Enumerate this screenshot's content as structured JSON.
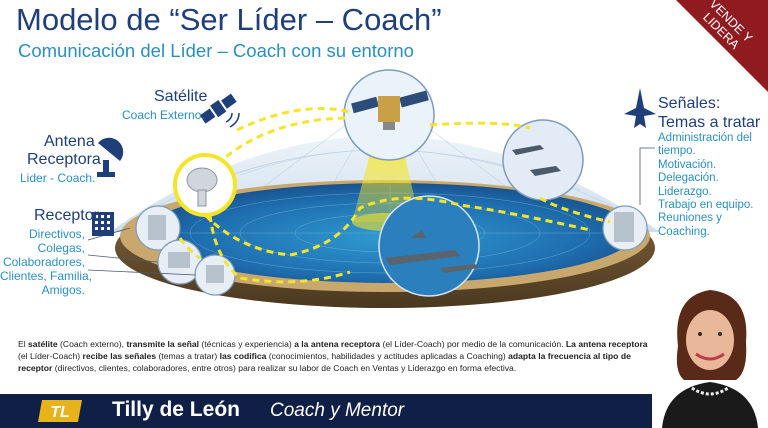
{
  "header": {
    "title": "Modelo de “Ser Líder – Coach”",
    "subtitle": "Comunicación del Líder – Coach con su entorno"
  },
  "corner_badge": {
    "line1": "VENDE Y",
    "line2": "LIDERA",
    "color": "#8f1b20"
  },
  "satelite": {
    "title": "Satélite",
    "subtitle": "Coach Externo."
  },
  "antena": {
    "title_line1": "Antena",
    "title_line2": "Receptora",
    "subtitle": "Lider - Coach."
  },
  "receptor": {
    "title": "Receptor",
    "items": [
      "Directivos,",
      "Colegas,",
      "Colaboradores,",
      "Clientes, Familia,",
      "Amigos."
    ]
  },
  "senales": {
    "title_line1": "Señales:",
    "title_line2": "Temas a tratar",
    "items": [
      "Administración del",
      "tiempo.",
      "Motivación.",
      "Delegación.",
      "Liderazgo.",
      "Trabajo en equipo.",
      "Reuniones y",
      "Coaching."
    ]
  },
  "description": {
    "p1": "El ",
    "b1": "satélite",
    "p2": " (Coach externo), ",
    "b2": "transmite la señal",
    "p3": " (técnicas y experiencia) ",
    "b3": "a la antena receptora",
    "p4": " (el Líder-Coach) por medio de la comunicación. ",
    "b4": "La antena receptora",
    "p5": " (el Líder-Coach) ",
    "b5": "recibe las señales",
    "p6": " (temas a tratar) ",
    "b6": "las codifica",
    "p7": " (conocimientos, habilidades y actitudes aplicadas a Coaching) ",
    "b7": "adapta la frecuencia al tipo de receptor",
    "p8": " (directivos, clientes, colaboradores, entre otros) para realizar su labor de Coach en Ventas y Liderazgo en forma efectiva."
  },
  "footer": {
    "logo_text": "TL",
    "name": "Tilly de León",
    "role": "Coach y Mentor"
  },
  "colors": {
    "navy": "#1f3f7a",
    "teal": "#2a8fbf",
    "footer": "#0f1f45",
    "accent_yellow": "#f5e52a"
  }
}
